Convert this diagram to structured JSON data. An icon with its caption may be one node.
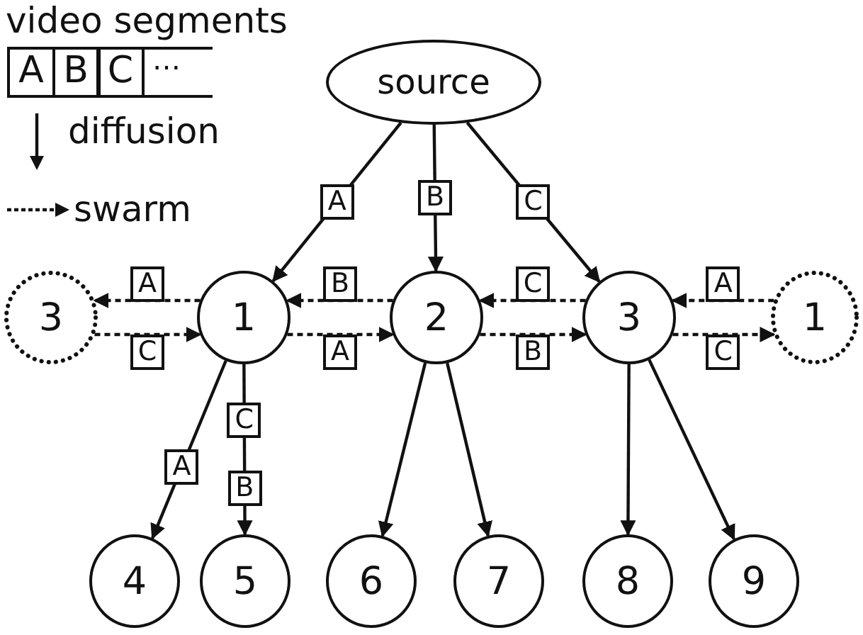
{
  "diagram": {
    "nodes": [
      {
        "text": [
          "source"
        ]
      },
      {
        "text": [
          "3"
        ]
      },
      {
        "text": [
          "1"
        ]
      },
      {
        "text": [
          "2"
        ]
      },
      {
        "text": [
          "3"
        ]
      },
      {
        "text": [
          "1"
        ]
      },
      {
        "text": [
          "4"
        ]
      },
      {
        "text": [
          "5"
        ]
      },
      {
        "text": [
          "6"
        ]
      },
      {
        "text": [
          "7"
        ]
      },
      {
        "text": [
          "8"
        ]
      },
      {
        "text": [
          "9"
        ]
      }
    ],
    "edges": [
      {
        "from": 0,
        "to": 2,
        "arrow": "to",
        "label": "A"
      },
      {
        "from": 0,
        "to": 3,
        "arrow": "to",
        "label": "B"
      },
      {
        "from": 0,
        "to": 4,
        "arrow": "to",
        "label": "C"
      },
      {
        "from": 2,
        "to": 1,
        "arrow": "to",
        "label": "A",
        "style": "dashed"
      },
      {
        "from": 1,
        "to": 2,
        "arrow": "to",
        "label": "C",
        "style": "dashed"
      },
      {
        "from": 3,
        "to": 2,
        "arrow": "to",
        "label": "B",
        "style": "dashed"
      },
      {
        "from": 2,
        "to": 3,
        "arrow": "to",
        "label": "A",
        "style": "dashed"
      },
      {
        "from": 4,
        "to": 3,
        "arrow": "to",
        "label": "C",
        "style": "dashed"
      },
      {
        "from": 3,
        "to": 4,
        "arrow": "to",
        "label": "B",
        "style": "dashed"
      },
      {
        "from": 5,
        "to": 4,
        "arrow": "to",
        "label": "A",
        "style": "dashed"
      },
      {
        "from": 4,
        "to": 5,
        "arrow": "to",
        "label": "C",
        "style": "dashed"
      },
      {
        "from": 2,
        "to": 6,
        "arrow": "to",
        "label": "A"
      },
      {
        "from": 2,
        "to": 7,
        "arrow": "to",
        "label": "C B"
      },
      {
        "from": 3,
        "to": 8,
        "arrow": "to"
      },
      {
        "from": 3,
        "to": 9,
        "arrow": "to"
      },
      {
        "from": 4,
        "to": 10,
        "arrow": "to"
      },
      {
        "from": 4,
        "to": 11,
        "arrow": "to"
      }
    ],
    "labels": [
      "video segments",
      "A",
      "B",
      "C",
      "⋯"
    ],
    "legend": [
      {
        "text": "diffusion"
      },
      {
        "text": "swarm"
      }
    ]
  }
}
